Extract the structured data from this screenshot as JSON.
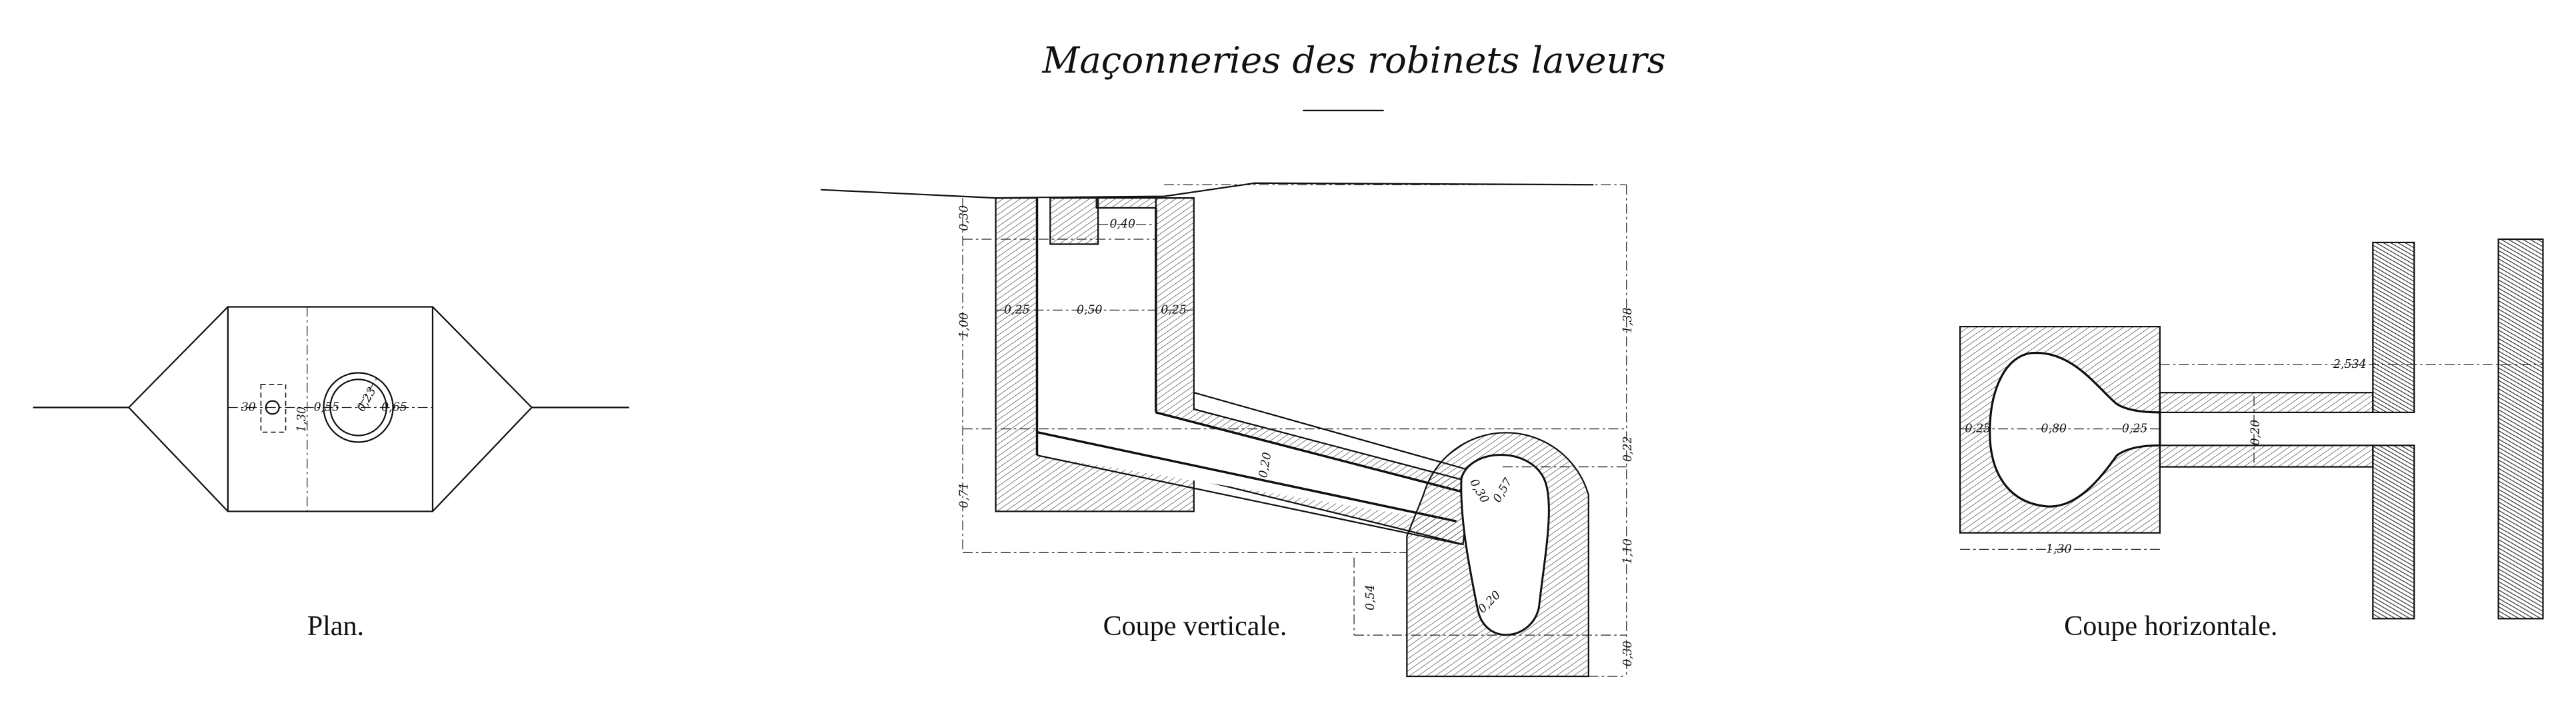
{
  "title": "Maçonneries des robinets laveurs",
  "plan": {
    "caption": "Plan.",
    "labels": {
      "left": "30",
      "width": "1,30",
      "mid": "0,55",
      "radius": "0,23",
      "right": "0,65"
    }
  },
  "coupe_verticale": {
    "caption": "Coupe verticale.",
    "labels": {
      "top_left": "0,30",
      "shaft_left": "1,00",
      "bottom_left": "0,71",
      "opening": "0,40",
      "wall_left": "0,25",
      "shaft_width": "0,50",
      "wall_right": "0,25",
      "pipe": "0,20",
      "radius_a": "0,30",
      "radius_b": "0,57",
      "radius_c": "0,20",
      "depth": "0,54",
      "right_total": "1,38",
      "right_arch": "0,22",
      "right_chamber": "1,10",
      "right_base": "0,30"
    }
  },
  "coupe_horizontale": {
    "caption": "Coupe horizontale.",
    "labels": {
      "left": "0,25",
      "diameter": "0,80",
      "right": "0,25",
      "channel": "0,20",
      "length": "2,534",
      "width": "1,30"
    }
  }
}
